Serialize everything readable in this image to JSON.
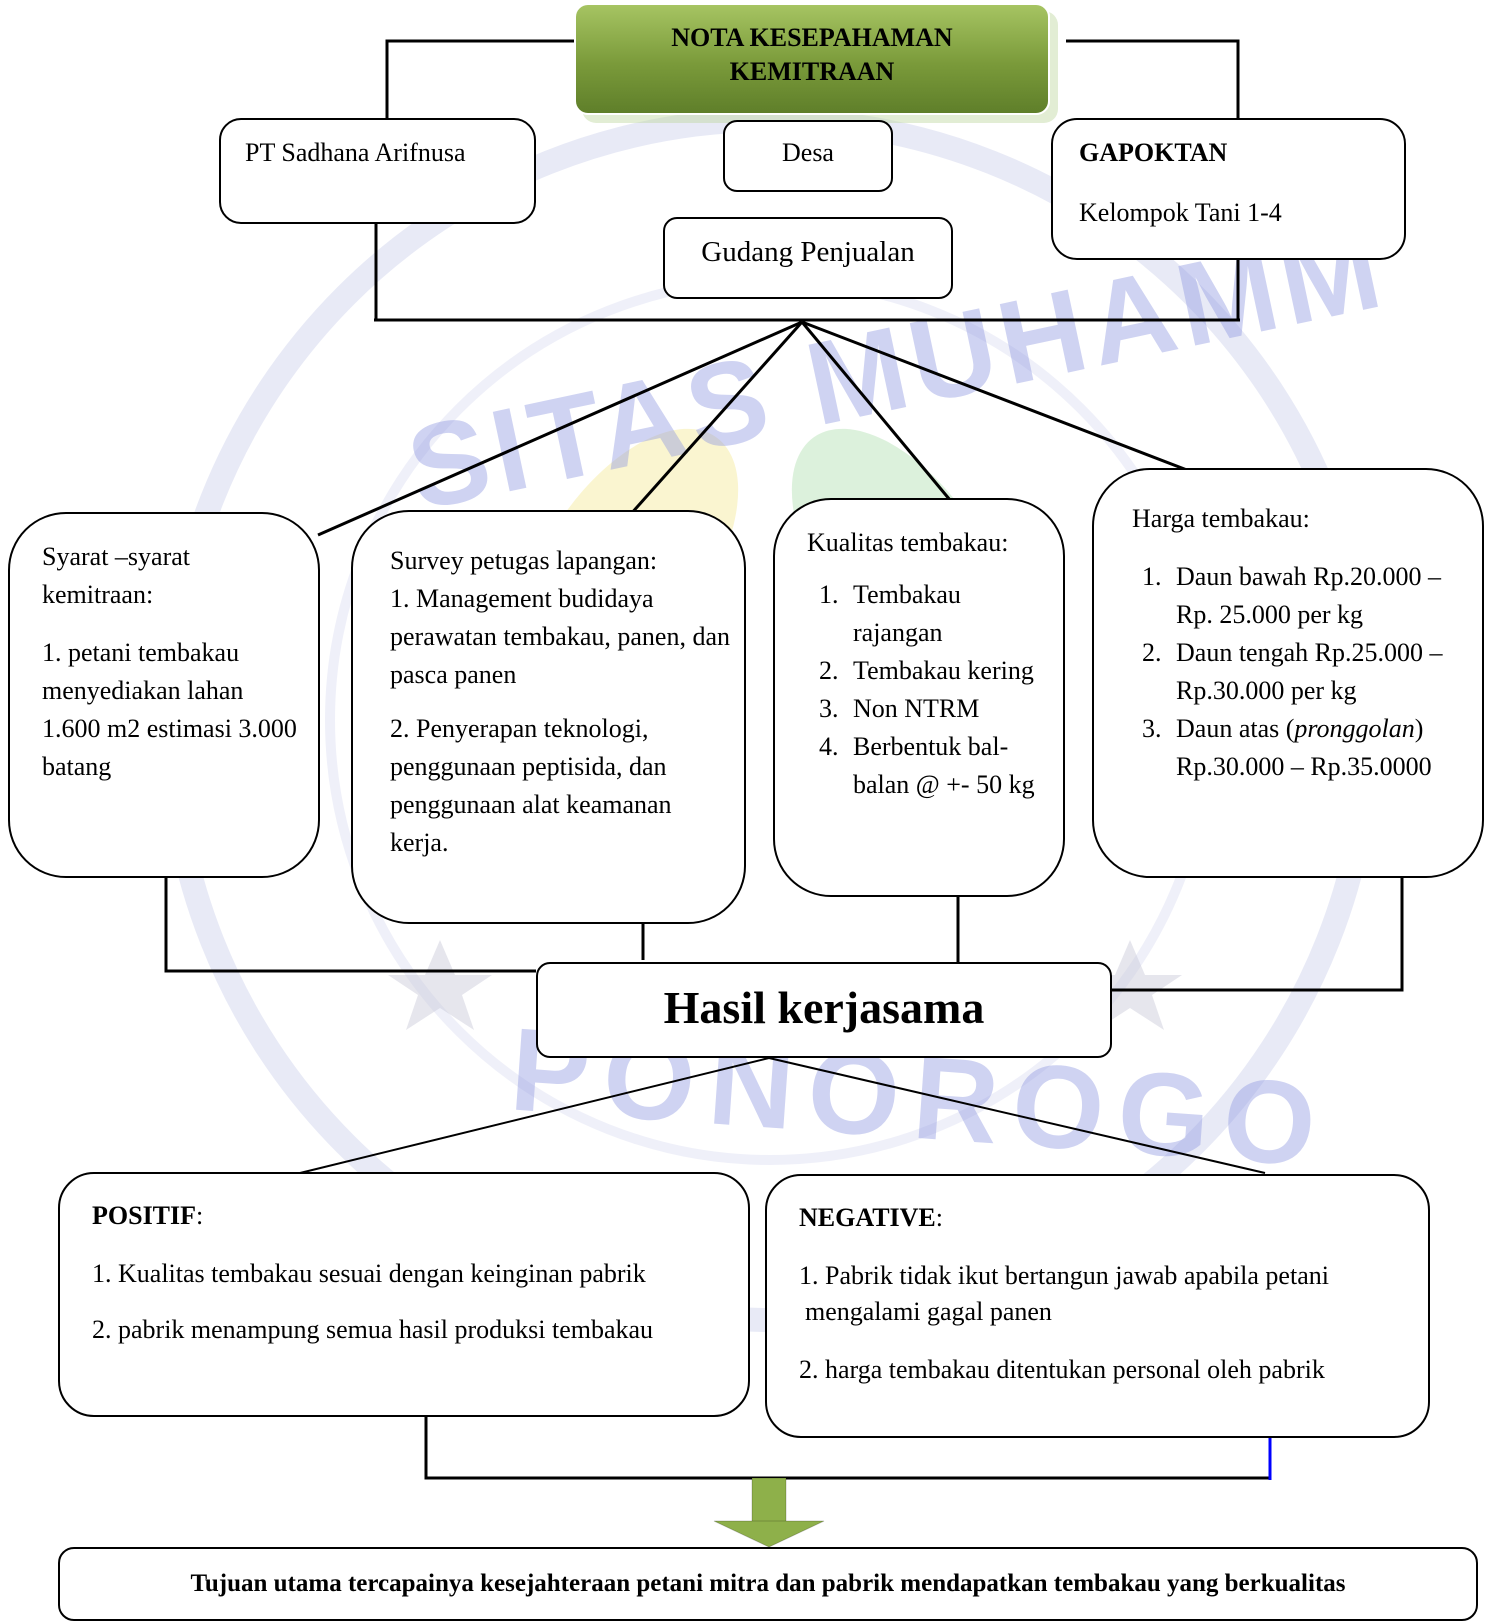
{
  "top": {
    "title_line1": "NOTA KESEPAHAMAN",
    "title_line2": "KEMITRAAN"
  },
  "parties": {
    "pt": "PT Sadhana Arifnusa",
    "desa": "Desa",
    "gudang": "Gudang Penjualan",
    "gapoktan_title": "GAPOKTAN",
    "gapoktan_sub": "Kelompok Tani 1-4"
  },
  "syarat": {
    "title": "Syarat –syarat kemitraan:",
    "item1": "1. petani tembakau menyediakan lahan 1.600 m2 estimasi 3.000 batang"
  },
  "survey": {
    "title": "Survey petugas lapangan:",
    "item1": "1. Management budidaya perawatan tembakau, panen, dan pasca panen",
    "item2": "2. Penyerapan teknologi, penggunaan peptisida, dan penggunaan alat keamanan kerja."
  },
  "kualitas": {
    "title": "Kualitas tembakau:",
    "items": [
      "Tembakau rajangan",
      "Tembakau kering",
      "Non NTRM",
      "Berbentuk bal-balan @ +- 50 kg"
    ]
  },
  "harga": {
    "title": "Harga tembakau:",
    "items": [
      "Daun bawah Rp.20.000 – Rp. 25.000 per kg",
      "Daun tengah Rp.25.000 – Rp.30.000 per kg"
    ],
    "item3_pre": "Daun atas (",
    "item3_em": "pronggolan",
    "item3_post": ") Rp.30.000 – Rp.35.0000"
  },
  "hasil": "Hasil kerjasama",
  "positif": {
    "title": "POSITIF",
    "colon": ":",
    "item1": "1. Kualitas tembakau sesuai dengan keinginan pabrik",
    "item2": "2. pabrik menampung semua hasil produksi tembakau"
  },
  "negative": {
    "title": "NEGATIVE",
    "colon": ":",
    "item1": "1. Pabrik tidak ikut bertangun jawab apabila petani  mengalami gagal panen",
    "item2": "2. harga tembakau ditentukan personal oleh pabrik"
  },
  "tujuan": "Tujuan utama tercapainya kesejahteraan petani mitra  dan pabrik mendapatkan tembakau yang berkualitas",
  "watermark": {
    "top_arc": "SITAS MUHAMM",
    "bottom_arc": "PONOROGO"
  },
  "colors": {
    "title_green_light": "#9bbb59",
    "title_green_dark": "#5f7f2a",
    "arrow_green": "#8eb04a",
    "watermark": "#8c96e1",
    "blue_line": "#0000ff"
  }
}
